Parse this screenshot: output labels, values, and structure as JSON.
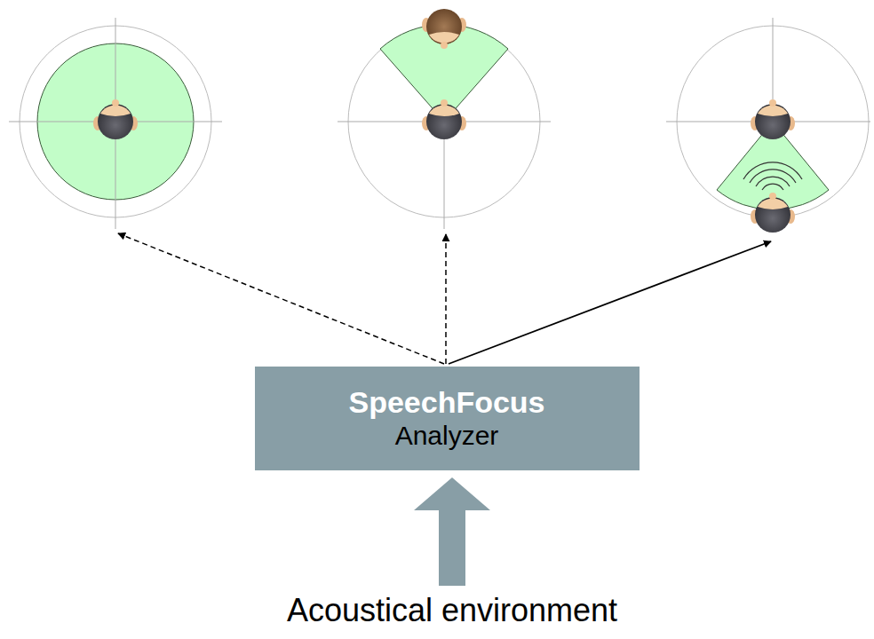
{
  "diagram": {
    "nodes": [
      {
        "text": [
          "SpeechFocus",
          "Analyzer"
        ]
      }
    ],
    "labels": [
      "Acoustical environment"
    ]
  }
}
